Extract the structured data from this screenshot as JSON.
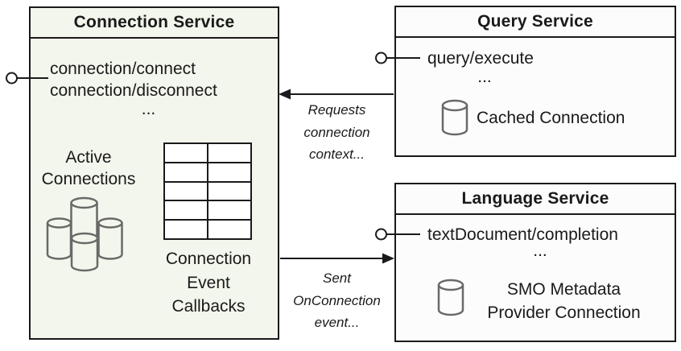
{
  "diagram": {
    "connection_service": {
      "title": "Connection Service",
      "method_1": "connection/connect",
      "method_2": "connection/disconnect",
      "ellipsis": "...",
      "active_connections_label": "Active Connections",
      "callbacks_label": "Connection Event Callbacks"
    },
    "query_service": {
      "title": "Query Service",
      "method_1": "query/execute",
      "ellipsis": "...",
      "connection_label": "Cached Connection"
    },
    "language_service": {
      "title": "Language Service",
      "method_1": "textDocument/completion",
      "ellipsis": "...",
      "connection_label": "SMO Metadata Provider Connection"
    },
    "arrows": {
      "request_label": "Requests connection context...",
      "event_label": "Sent OnConnection event..."
    },
    "colors": {
      "ink": "#1a1a1a",
      "connection_service_fill": "#f3f6ec",
      "service_fill": "#fcfcfc",
      "icon_stroke": "#696969"
    }
  }
}
